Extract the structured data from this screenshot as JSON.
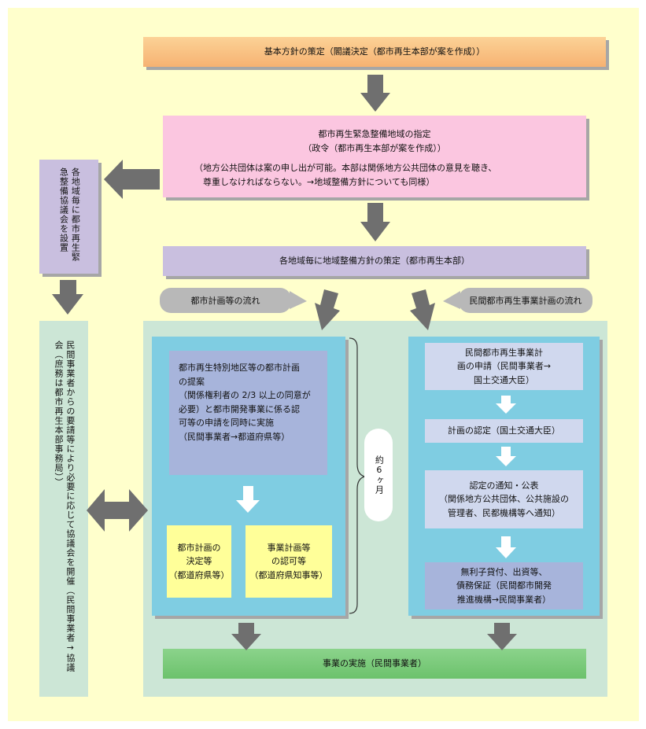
{
  "top": {
    "text": "基本方針の策定（閣議決定（都市再生本部が案を作成））"
  },
  "designation": {
    "line1": "都市再生緊急整備地域の指定",
    "line2": "（政令（都市再生本部が案を作成））",
    "line3": "（地方公共団体は案の申し出が可能。本部は関係地方公共団体の意見を聴き、\n　尊重しなければならない。→地域整備方針についても同様）"
  },
  "council": {
    "text": "各地域毎に都市再生緊急整備協議会を設置"
  },
  "policy": {
    "text": "各地域毎に地域整備方針の策定（都市再生本部）"
  },
  "requests": {
    "text": "民間事業者からの要請等により必要に応じて協議会を開催（民間事業者→協議会（庶務は都市再生本部事務局））"
  },
  "flows": {
    "left_label": "都市計画等の流れ",
    "right_label": "民間都市再生事業計画の流れ"
  },
  "left_flow": {
    "proposal": "都市再生特別地区等の都市計画\nの提案\n（関係権利者の 2/3 以上の同意が\n必要）と都市開発事業に係る認\n可等の申請を同時に実施\n（民間事業者→都道府県等）",
    "decision": "都市計画の\n決定等\n（都道府県等）",
    "approval": "事業計画等\nの認可等\n（都道府県知事等）"
  },
  "duration": {
    "text": "約6ヶ月"
  },
  "right_flow": {
    "step1": "民間都市再生事業計\n画の申請（民間事業者→\n国土交通大臣）",
    "step2": "計画の認定（国土交通大臣）",
    "step3": "認定の通知・公表\n（関係地方公共団体、公共施設の\n管理者、民都機構等へ通知）",
    "step4": "無利子貸付、出資等、\n債務保証（民間都市開発\n推進機構→民間事業者）"
  },
  "implementation": {
    "text": "事業の実施（民間事業者）"
  },
  "colors": {
    "background": "#ffffcc",
    "arrow": "#6f6f6f",
    "orange": "#f6b272",
    "pink": "#fbc6e0",
    "purple": "#c9bfdf",
    "teal_panel": "#cce6d6",
    "blue_block": "#7fcde2",
    "green": "#6cc26c"
  }
}
